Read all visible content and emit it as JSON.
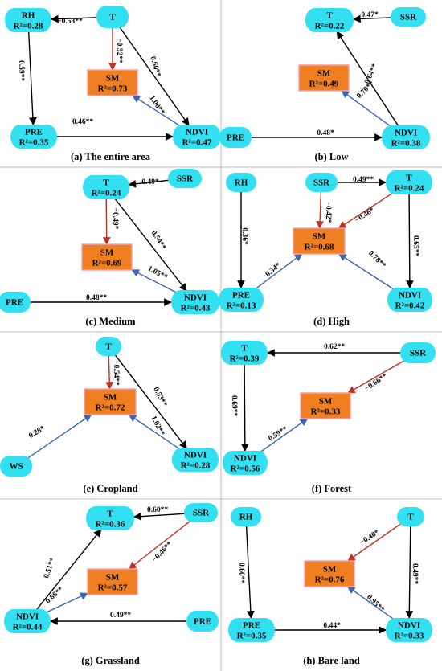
{
  "colors": {
    "node_fill": "#33E0F2",
    "sm_fill": "#F07F22",
    "sm_border": "#F2A0B0",
    "edge_black": "#000000",
    "edge_red": "#C0311F",
    "edge_blue": "#3A66B8",
    "divider": "#BBBBBB"
  },
  "panels": [
    {
      "caption": "(a) The entire area",
      "nodes": {
        "RH": {
          "label": "RH",
          "r2": "R²=0.28"
        },
        "T": {
          "label": "T",
          "r2": ""
        },
        "SM": {
          "label": "SM",
          "r2": "R²=0.73"
        },
        "PRE": {
          "label": "PRE",
          "r2": "R²=0.35"
        },
        "NDVI": {
          "label": "NDVI",
          "r2": "R²=0.47"
        }
      },
      "edges": [
        {
          "from": "T",
          "to": "RH",
          "label": "−0.53**",
          "color": "black"
        },
        {
          "from": "T",
          "to": "SM",
          "label": "−0.52**",
          "color": "red"
        },
        {
          "from": "T",
          "to": "NDVI",
          "label": "0.60**",
          "color": "black"
        },
        {
          "from": "RH",
          "to": "PRE",
          "label": "0.59**",
          "color": "black"
        },
        {
          "from": "PRE",
          "to": "NDVI",
          "label": "0.46**",
          "color": "black"
        },
        {
          "from": "NDVI",
          "to": "SM",
          "label": "1.00**",
          "color": "blue"
        }
      ]
    },
    {
      "caption": "(b) Low",
      "nodes": {
        "T": {
          "label": "T",
          "r2": "R²=0.22"
        },
        "SSR": {
          "label": "SSR",
          "r2": ""
        },
        "SM": {
          "label": "SM",
          "r2": "R²=0.49"
        },
        "PRE": {
          "label": "PRE",
          "r2": ""
        },
        "NDVI": {
          "label": "NDVI",
          "r2": "R²=0.38"
        }
      },
      "edges": [
        {
          "from": "SSR",
          "to": "T",
          "label": "0.47*",
          "color": "black"
        },
        {
          "from": "NDVI",
          "to": "T",
          "label": "0.64**",
          "color": "black"
        },
        {
          "from": "NDVI",
          "to": "SM",
          "label": "0.70**",
          "color": "blue"
        },
        {
          "from": "PRE",
          "to": "NDVI",
          "label": "0.48*",
          "color": "black"
        }
      ]
    },
    {
      "caption": "(c) Medium",
      "nodes": {
        "T": {
          "label": "T",
          "r2": "R²=0.24"
        },
        "SSR": {
          "label": "SSR",
          "r2": ""
        },
        "SM": {
          "label": "SM",
          "r2": "R²=0.69"
        },
        "PRE": {
          "label": "PRE",
          "r2": ""
        },
        "NDVI": {
          "label": "NDVI",
          "r2": "R²=0.43"
        }
      },
      "edges": [
        {
          "from": "SSR",
          "to": "T",
          "label": "0.49*",
          "color": "black"
        },
        {
          "from": "T",
          "to": "SM",
          "label": "−0.49*",
          "color": "red"
        },
        {
          "from": "T",
          "to": "NDVI",
          "label": "0.54**",
          "color": "black"
        },
        {
          "from": "NDVI",
          "to": "SM",
          "label": "1.05**",
          "color": "blue"
        },
        {
          "from": "PRE",
          "to": "NDVI",
          "label": "0.48**",
          "color": "black"
        }
      ]
    },
    {
      "caption": "(d) High",
      "nodes": {
        "RH": {
          "label": "RH",
          "r2": ""
        },
        "SSR": {
          "label": "SSR",
          "r2": ""
        },
        "T": {
          "label": "T",
          "r2": "R²=0.24"
        },
        "SM": {
          "label": "SM",
          "r2": "R²=0.68"
        },
        "PRE": {
          "label": "PRE",
          "r2": "R²=0.13"
        },
        "NDVI": {
          "label": "NDVI",
          "r2": "R²=0.42"
        }
      },
      "edges": [
        {
          "from": "RH",
          "to": "PRE",
          "label": "0.36*",
          "color": "black"
        },
        {
          "from": "SSR",
          "to": "T",
          "label": "0.49**",
          "color": "black"
        },
        {
          "from": "SSR",
          "to": "SM",
          "label": "−0.42*",
          "color": "red"
        },
        {
          "from": "T",
          "to": "SM",
          "label": "−0.46*",
          "color": "red"
        },
        {
          "from": "T",
          "to": "NDVI",
          "label": "0.65**",
          "color": "black"
        },
        {
          "from": "PRE",
          "to": "SM",
          "label": "0.34*",
          "color": "blue"
        },
        {
          "from": "NDVI",
          "to": "SM",
          "label": "0.78**",
          "color": "blue"
        }
      ]
    },
    {
      "caption": "(e) Cropland",
      "nodes": {
        "T": {
          "label": "T",
          "r2": ""
        },
        "SM": {
          "label": "SM",
          "r2": "R²=0.72"
        },
        "WS": {
          "label": "WS",
          "r2": ""
        },
        "NDVI": {
          "label": "NDVI",
          "r2": "R²=0.28"
        }
      },
      "edges": [
        {
          "from": "T",
          "to": "SM",
          "label": "−0.54**",
          "color": "red"
        },
        {
          "from": "T",
          "to": "NDVI",
          "label": "0.53**",
          "color": "black"
        },
        {
          "from": "WS",
          "to": "SM",
          "label": "0.28*",
          "color": "blue"
        },
        {
          "from": "NDVI",
          "to": "SM",
          "label": "1.02**",
          "color": "blue"
        }
      ]
    },
    {
      "caption": "(f) Forest",
      "nodes": {
        "T": {
          "label": "T",
          "r2": "R²=0.39"
        },
        "SSR": {
          "label": "SSR",
          "r2": ""
        },
        "SM": {
          "label": "SM",
          "r2": "R²=0.33"
        },
        "NDVI": {
          "label": "NDVI",
          "r2": "R²=0.56"
        }
      },
      "edges": [
        {
          "from": "SSR",
          "to": "T",
          "label": "0.62**",
          "color": "black"
        },
        {
          "from": "SSR",
          "to": "SM",
          "label": "−0.66**",
          "color": "red"
        },
        {
          "from": "T",
          "to": "NDVI",
          "label": "0.69**",
          "color": "black"
        },
        {
          "from": "NDVI",
          "to": "SM",
          "label": "0.59**",
          "color": "blue"
        }
      ]
    },
    {
      "caption": "(g) Grassland",
      "nodes": {
        "T": {
          "label": "T",
          "r2": "R²=0.36"
        },
        "SSR": {
          "label": "SSR",
          "r2": ""
        },
        "SM": {
          "label": "SM",
          "r2": "R²=0.57"
        },
        "NDVI": {
          "label": "NDVI",
          "r2": "R²=0.44"
        },
        "PRE": {
          "label": "PRE",
          "r2": ""
        }
      },
      "edges": [
        {
          "from": "SSR",
          "to": "T",
          "label": "0.60**",
          "color": "black"
        },
        {
          "from": "SSR",
          "to": "SM",
          "label": "−0.46**",
          "color": "red"
        },
        {
          "from": "NDVI",
          "to": "T",
          "label": "0.51**",
          "color": "black"
        },
        {
          "from": "NDVI",
          "to": "SM",
          "label": "0.68**",
          "color": "blue"
        },
        {
          "from": "PRE",
          "to": "NDVI",
          "label": "0.49**",
          "color": "black"
        }
      ]
    },
    {
      "caption": "(h) Bare land",
      "nodes": {
        "RH": {
          "label": "RH",
          "r2": ""
        },
        "T": {
          "label": "T",
          "r2": ""
        },
        "SM": {
          "label": "SM",
          "r2": "R²=0.76"
        },
        "PRE": {
          "label": "PRE",
          "r2": "R²=0.35"
        },
        "NDVI": {
          "label": "NDVI",
          "r2": "R²=0.33"
        }
      },
      "edges": [
        {
          "from": "RH",
          "to": "PRE",
          "label": "0.60**",
          "color": "black"
        },
        {
          "from": "T",
          "to": "SM",
          "label": "−0.40*",
          "color": "red"
        },
        {
          "from": "T",
          "to": "NDVI",
          "label": "0.49**",
          "color": "black"
        },
        {
          "from": "NDVI",
          "to": "SM",
          "label": "0.95**",
          "color": "blue"
        },
        {
          "from": "PRE",
          "to": "NDVI",
          "label": "0.44*",
          "color": "black"
        }
      ]
    }
  ]
}
